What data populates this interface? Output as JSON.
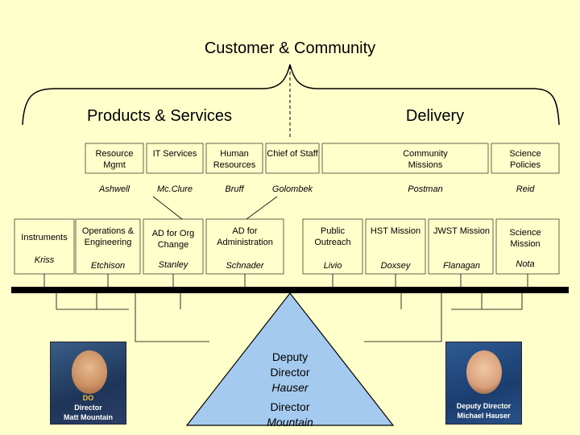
{
  "top": {
    "title": "Customer & Community",
    "left_header": "Products & Services",
    "right_header": "Delivery"
  },
  "row1": [
    {
      "label": "Resource Mgmt",
      "person": "Ashwell"
    },
    {
      "label": "IT Services",
      "person": "Mc.Clure"
    },
    {
      "label": "Human Resources",
      "person": "Bruff"
    },
    {
      "label": "Chief of Staff",
      "person": "Golombek"
    },
    {
      "label": "Community Missions",
      "person": "Postman"
    },
    {
      "label": "Science Policies",
      "person": "Reid"
    }
  ],
  "row2": [
    {
      "label": "Instruments",
      "person": "Kriss"
    },
    {
      "label": "Operations & Engineering",
      "person": "Etchison"
    },
    {
      "label": "AD for Org Change",
      "person": "Stanley"
    },
    {
      "label": "AD for Administration",
      "person": "Schnader"
    },
    {
      "label": "Public Outreach",
      "person": "Livio"
    },
    {
      "label": "HST Mission",
      "person": "Doxsey"
    },
    {
      "label": "JWST Mission",
      "person": "Flanagan"
    },
    {
      "label": "Science Mission",
      "person": "Nota"
    }
  ],
  "pyramid": {
    "deputy_title": "Deputy Director",
    "deputy_name": "Hauser",
    "director_title": "Director",
    "director_name": "Mountain"
  },
  "photos": {
    "left": {
      "line1": "DO",
      "line2": "Director",
      "line3": "Matt Mountain"
    },
    "right": {
      "line1": "Deputy Director",
      "line2": "Michael Hauser"
    }
  },
  "colors": {
    "background": "#ffffcc",
    "pyramid_fill": "#a4cbef",
    "photo_frame": "#2f5f8f"
  }
}
